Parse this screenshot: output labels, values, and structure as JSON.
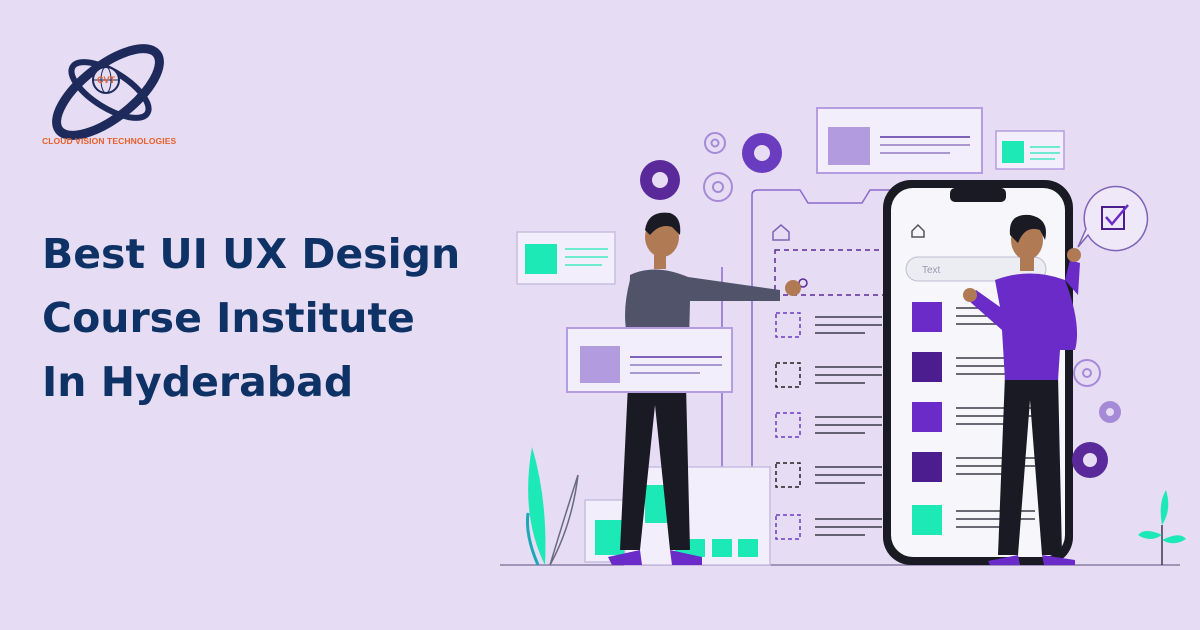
{
  "logo": {
    "monogram": "CVT",
    "company_name": "CLOUD VISION TECHNOLOGIES"
  },
  "headline": {
    "line1": "Best UI UX Design",
    "line2": "Course Institute",
    "line3": "In Hyderabad"
  },
  "illustration": {
    "search_placeholder": "Text"
  },
  "colors": {
    "background": "#e6dcf3",
    "headline": "#0e3265",
    "logo_navy": "#1d2a5b",
    "logo_orange": "#e8602a",
    "purple": "#6a2bc9",
    "dark_purple": "#4b1d8f",
    "mint": "#1de9b6"
  }
}
